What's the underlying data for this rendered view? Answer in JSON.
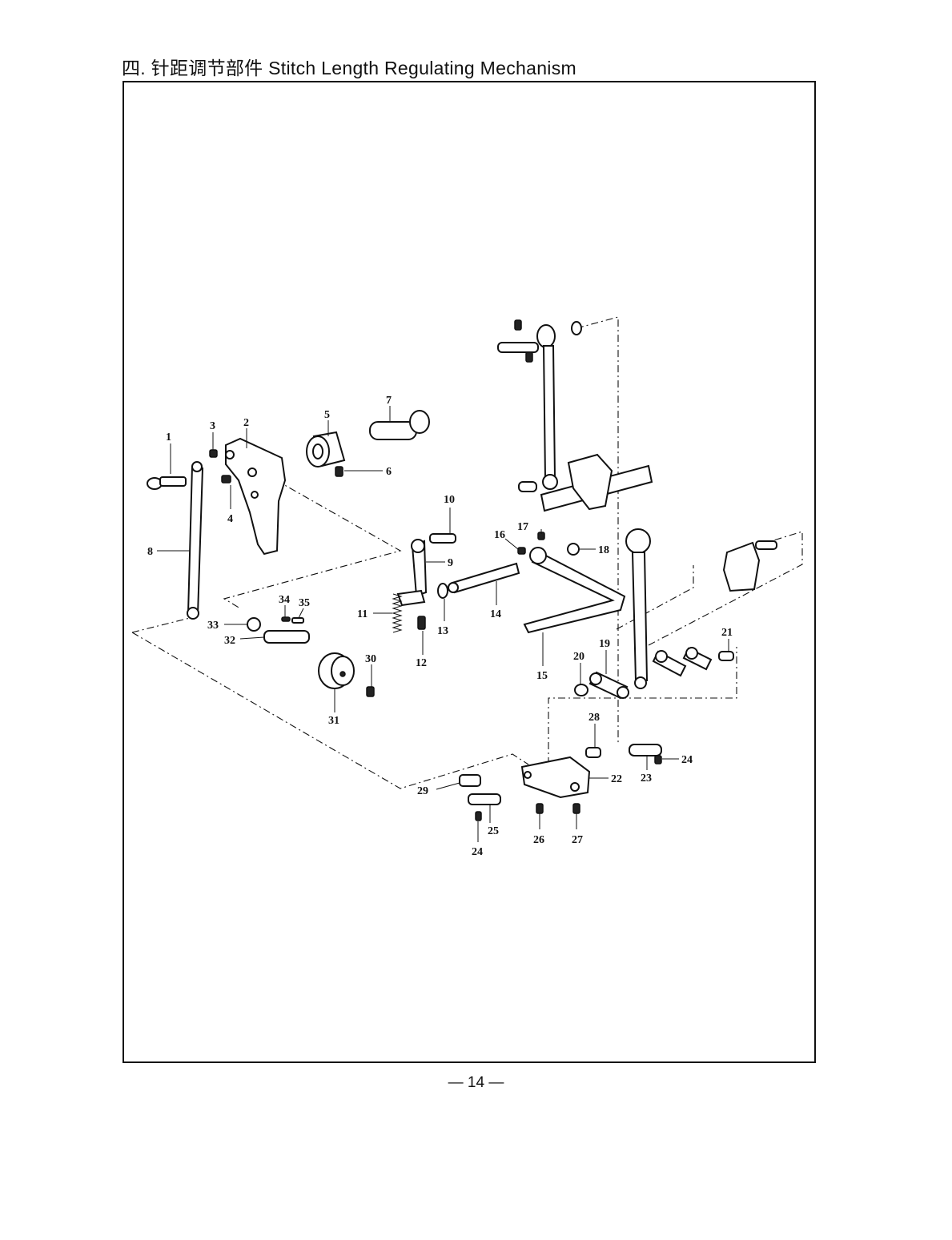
{
  "header": {
    "title": "四. 针距调节部件 Stitch Length Regulating Mechanism"
  },
  "footer": {
    "page_number": "— 14 —"
  },
  "callouts": {
    "p1": "1",
    "p2": "2",
    "p3": "3",
    "p4": "4",
    "p5": "5",
    "p6": "6",
    "p7": "7",
    "p8": "8",
    "p9": "9",
    "p10": "10",
    "p11": "11",
    "p12": "12",
    "p13": "13",
    "p14": "14",
    "p15": "15",
    "p16": "16",
    "p17": "17",
    "p18": "18",
    "p19": "19",
    "p20": "20",
    "p21": "21",
    "p22": "22",
    "p23": "23",
    "p24a": "24",
    "p24b": "24",
    "p25": "25",
    "p26": "26",
    "p27": "27",
    "p28": "28",
    "p29": "29",
    "p30": "30",
    "p31": "31",
    "p32": "32",
    "p33": "33",
    "p34": "34",
    "p35": "35"
  }
}
